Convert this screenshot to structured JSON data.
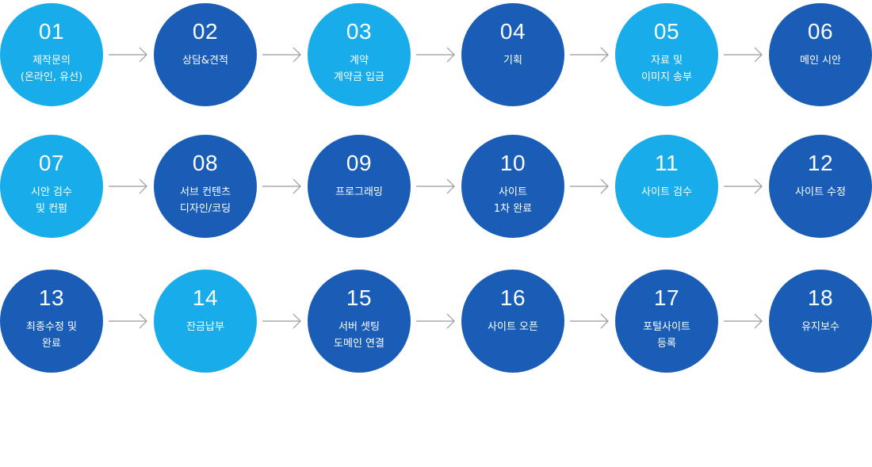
{
  "steps": [
    {
      "number": "01",
      "label": "제작문의\n(온라인, 유선)",
      "tone": "light"
    },
    {
      "number": "02",
      "label": "상담&견적",
      "tone": "dark"
    },
    {
      "number": "03",
      "label": "계약\n계약금 입금",
      "tone": "light"
    },
    {
      "number": "04",
      "label": "기획",
      "tone": "dark"
    },
    {
      "number": "05",
      "label": "자료 및\n이미지 송부",
      "tone": "light"
    },
    {
      "number": "06",
      "label": "메인 시안",
      "tone": "dark"
    },
    {
      "number": "07",
      "label": "시안 검수\n및 컨펌",
      "tone": "light"
    },
    {
      "number": "08",
      "label": "서브 컨텐츠\n디자인/코딩",
      "tone": "dark"
    },
    {
      "number": "09",
      "label": "프로그래밍",
      "tone": "dark"
    },
    {
      "number": "10",
      "label": "사이트\n1차 완료",
      "tone": "dark"
    },
    {
      "number": "11",
      "label": "사이트 검수",
      "tone": "light"
    },
    {
      "number": "12",
      "label": "사이트 수정",
      "tone": "dark"
    },
    {
      "number": "13",
      "label": "최종수정 및\n완료",
      "tone": "dark"
    },
    {
      "number": "14",
      "label": "잔금납부",
      "tone": "light"
    },
    {
      "number": "15",
      "label": "서버 셋팅\n도메인 연결",
      "tone": "dark"
    },
    {
      "number": "16",
      "label": "사이트 오픈",
      "tone": "dark"
    },
    {
      "number": "17",
      "label": "포털사이트\n등록",
      "tone": "dark"
    },
    {
      "number": "18",
      "label": "유지보수",
      "tone": "dark"
    }
  ],
  "colors": {
    "light": "#18acea",
    "dark": "#1a5db7",
    "arrow": "#9a9a9a"
  },
  "icons": {
    "arrow": "arrow-right-icon"
  }
}
